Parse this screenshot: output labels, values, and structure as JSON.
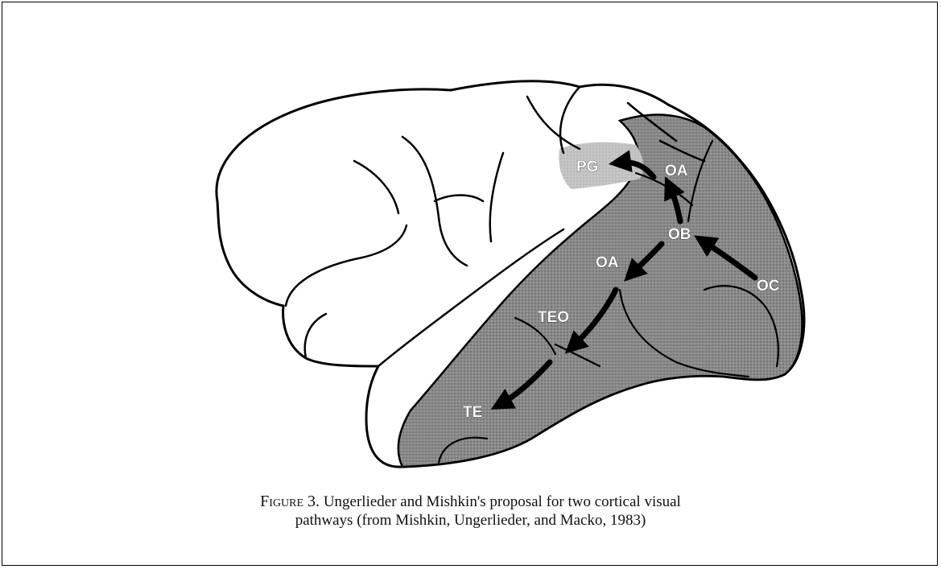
{
  "figure": {
    "caption_label": "Figure 3.",
    "caption_line1": "Ungerlieder and Mishkin's proposal for two cortical visual",
    "caption_line2": "pathways (from Mishkin, Ungerlieder, and Macko, 1983)"
  },
  "regions": {
    "pg": "PG",
    "oa_upper": "OA",
    "ob": "OB",
    "oa_lower": "OA",
    "oc": "OC",
    "teo": "TEO",
    "te": "TE"
  },
  "colors": {
    "shading": "#8a8a8a",
    "shading_light": "#bdbdbd",
    "outline": "#000000"
  }
}
